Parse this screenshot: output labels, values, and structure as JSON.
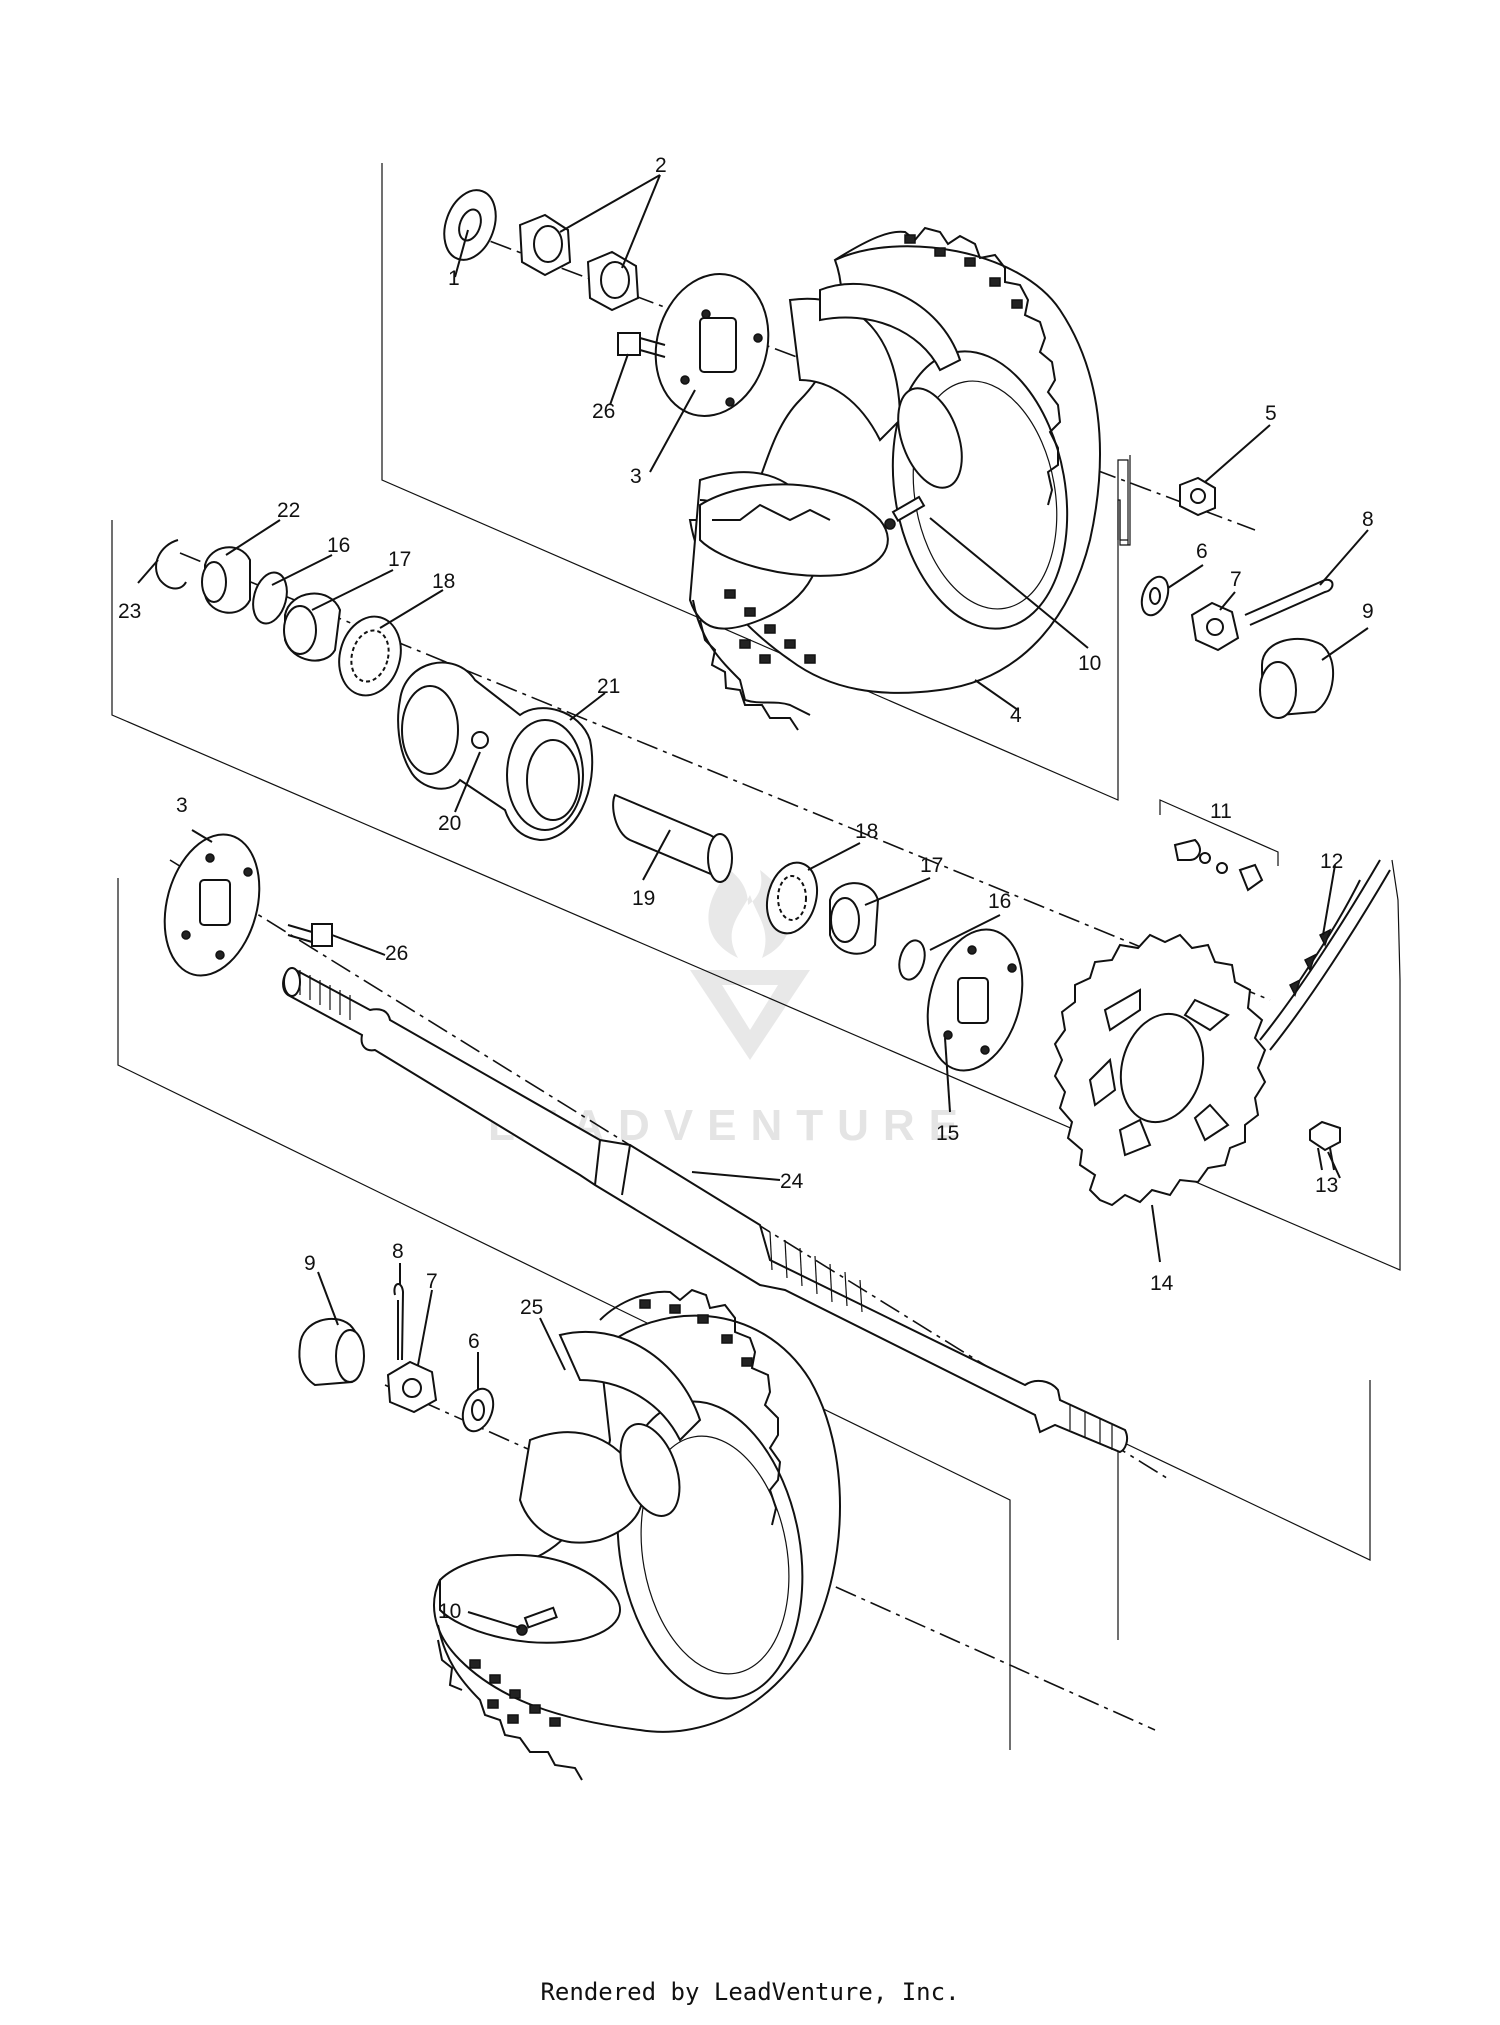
{
  "diagram": {
    "callouts": [
      {
        "id": "c1",
        "text": "1"
      },
      {
        "id": "c2",
        "text": "2"
      },
      {
        "id": "c3a",
        "text": "3"
      },
      {
        "id": "c26a",
        "text": "26"
      },
      {
        "id": "c5",
        "text": "5"
      },
      {
        "id": "c22",
        "text": "22"
      },
      {
        "id": "c16a",
        "text": "16"
      },
      {
        "id": "c17a",
        "text": "17"
      },
      {
        "id": "c18a",
        "text": "18"
      },
      {
        "id": "c23",
        "text": "23"
      },
      {
        "id": "c10a",
        "text": "10"
      },
      {
        "id": "c6a",
        "text": "6"
      },
      {
        "id": "c7a",
        "text": "7"
      },
      {
        "id": "c8a",
        "text": "8"
      },
      {
        "id": "c9a",
        "text": "9"
      },
      {
        "id": "c4",
        "text": "4"
      },
      {
        "id": "c21",
        "text": "21"
      },
      {
        "id": "c20",
        "text": "20"
      },
      {
        "id": "c19",
        "text": "19"
      },
      {
        "id": "c18b",
        "text": "18"
      },
      {
        "id": "c17b",
        "text": "17"
      },
      {
        "id": "c16b",
        "text": "16"
      },
      {
        "id": "c11",
        "text": "11"
      },
      {
        "id": "c12",
        "text": "12"
      },
      {
        "id": "c3b",
        "text": "3"
      },
      {
        "id": "c26b",
        "text": "26"
      },
      {
        "id": "c15",
        "text": "15"
      },
      {
        "id": "c13",
        "text": "13"
      },
      {
        "id": "c24",
        "text": "24"
      },
      {
        "id": "c14",
        "text": "14"
      },
      {
        "id": "c9b",
        "text": "9"
      },
      {
        "id": "c8b",
        "text": "8"
      },
      {
        "id": "c7b",
        "text": "7"
      },
      {
        "id": "c6b",
        "text": "6"
      },
      {
        "id": "c25",
        "text": "25"
      },
      {
        "id": "c10b",
        "text": "10"
      }
    ]
  },
  "watermark": {
    "text": "LEADVENTURE",
    "logo_icon": "flame-v-logo-icon"
  },
  "footer": {
    "text": "Rendered by LeadVenture, Inc."
  }
}
